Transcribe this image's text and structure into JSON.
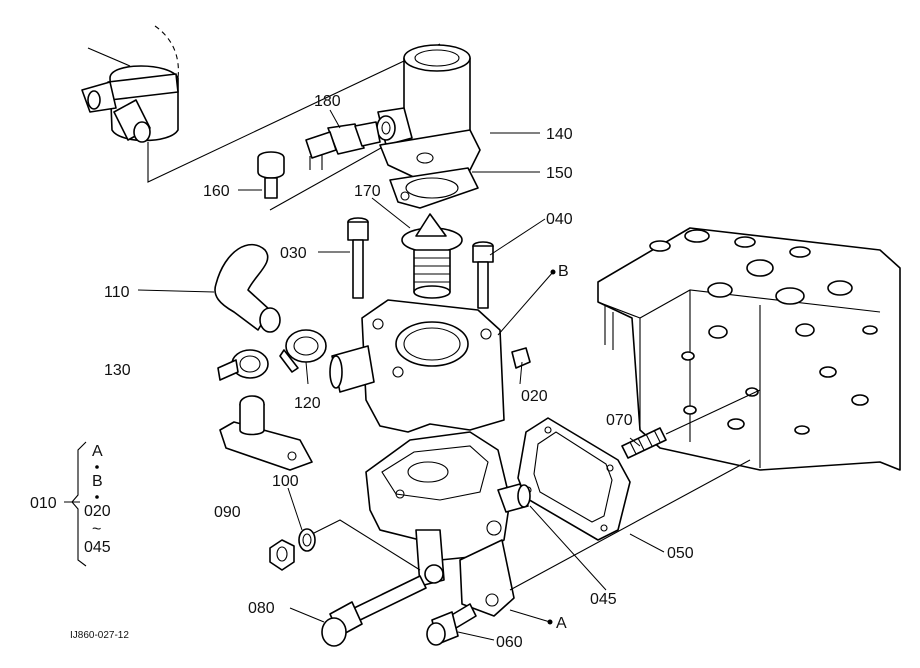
{
  "colors": {
    "line": "#000000",
    "background": "#ffffff"
  },
  "callouts": {
    "p180": "180",
    "p140": "140",
    "p150": "150",
    "p160": "160",
    "p170": "170",
    "p040": "040",
    "p030": "030",
    "p110": "110",
    "pB": "B",
    "p130": "130",
    "p120": "120",
    "p020": "020",
    "p070": "070",
    "p100": "100",
    "p090": "090",
    "p050": "050",
    "p045": "045",
    "p080": "080",
    "pA": "A",
    "p060": "060"
  },
  "legend": {
    "group_number": "010",
    "items": [
      "A",
      "B",
      "020",
      "045"
    ],
    "range_mark": "~"
  },
  "figure_code": "IJ860-027-12"
}
